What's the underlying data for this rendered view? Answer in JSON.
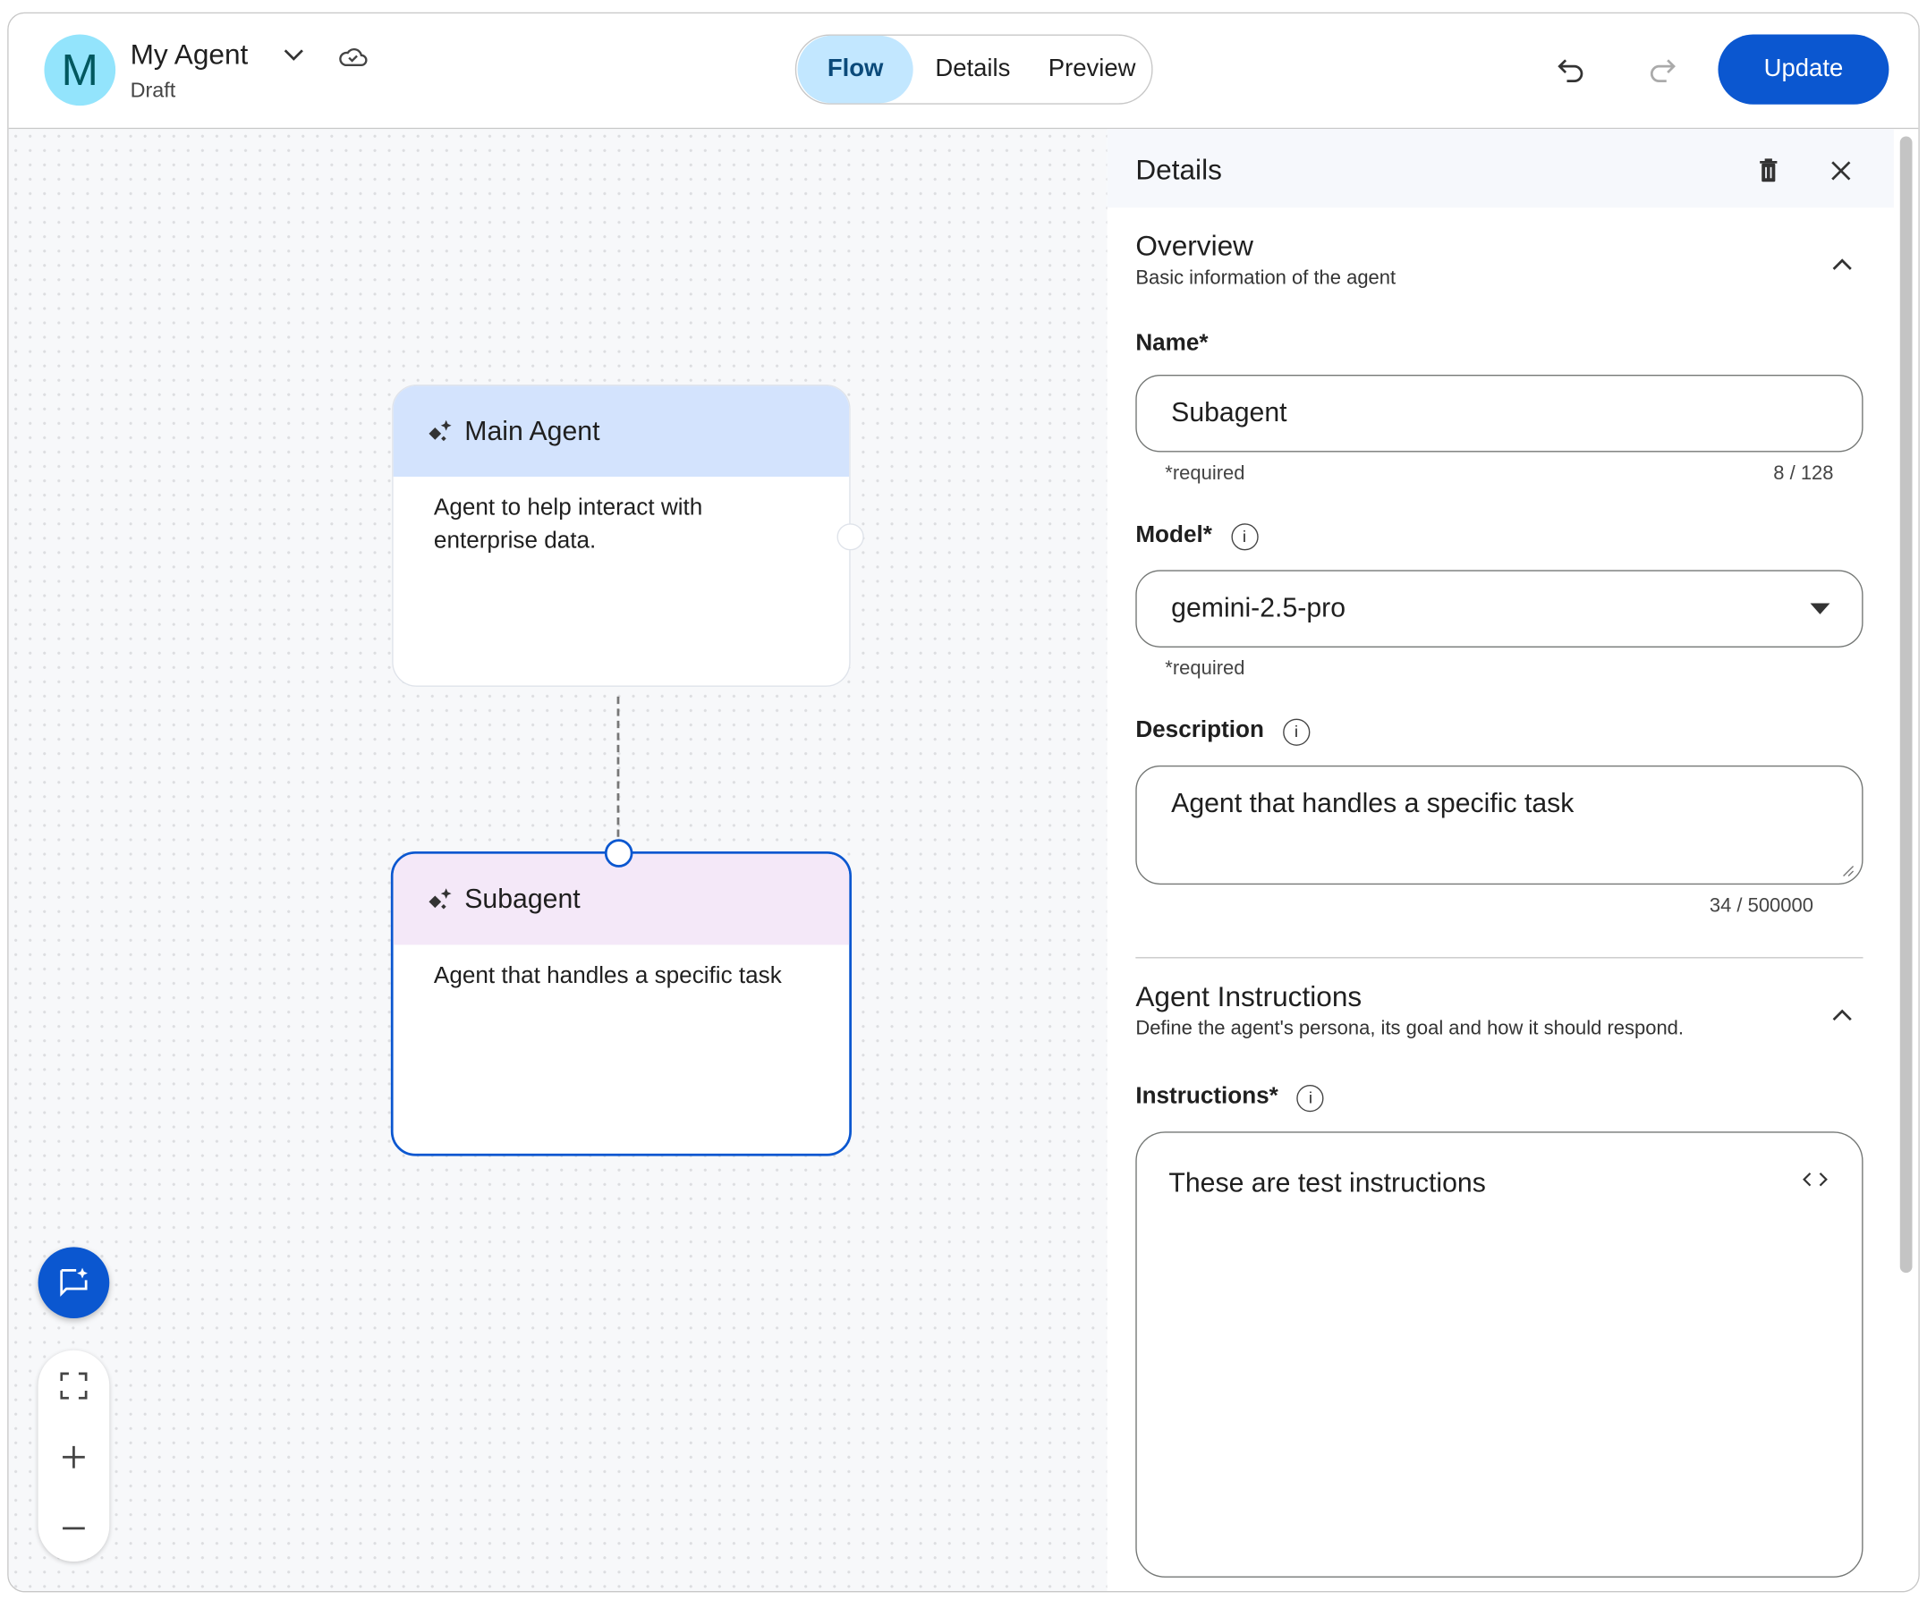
{
  "header": {
    "avatar_letter": "M",
    "agent_name": "My Agent",
    "status": "Draft",
    "tabs": [
      {
        "label": "Flow",
        "active": true
      },
      {
        "label": "Details",
        "active": false
      },
      {
        "label": "Preview",
        "active": false
      }
    ],
    "update_label": "Update"
  },
  "canvas": {
    "nodes": [
      {
        "title": "Main Agent",
        "description": "Agent to help interact with enterprise data.",
        "header_color": "#d3e3fd",
        "selected": false
      },
      {
        "title": "Subagent",
        "description": "Agent that handles a specific task",
        "header_color": "#f4e8f8",
        "selected": true
      }
    ]
  },
  "details": {
    "title": "Details",
    "overview": {
      "title": "Overview",
      "subtitle": "Basic information of the agent",
      "name_label": "Name*",
      "name_value": "Subagent",
      "name_hint": "*required",
      "name_count": "8 / 128",
      "model_label": "Model*",
      "model_value": "gemini-2.5-pro",
      "model_hint": "*required",
      "description_label": "Description",
      "description_value": "Agent that handles a specific task",
      "description_count": "34 / 500000"
    },
    "instructions": {
      "title": "Agent Instructions",
      "subtitle": "Define the agent's persona, its goal and how it should respond.",
      "label": "Instructions*",
      "value": "These are test instructions"
    }
  },
  "colors": {
    "accent": "#0b57d0",
    "tab_active_bg": "#c2e7ff",
    "avatar_bg": "#93e4fc"
  }
}
